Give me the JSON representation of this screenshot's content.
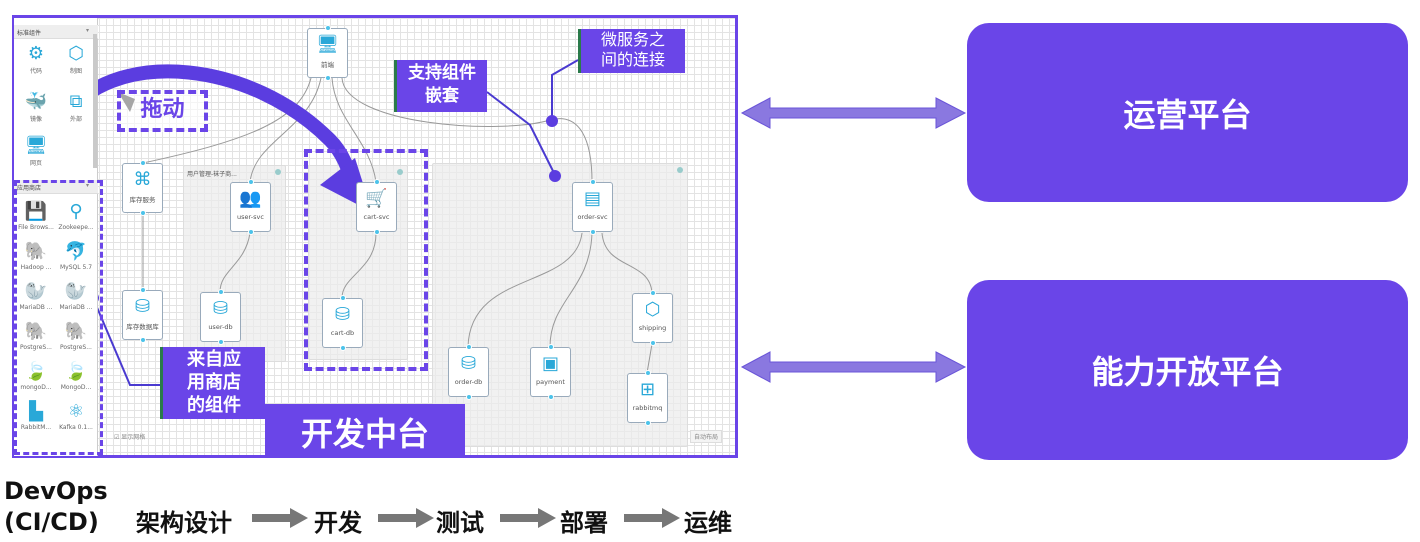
{
  "palette": {
    "standard_header": "标准组件",
    "standard_items": [
      {
        "label": "代码",
        "icon": "robot-arm-icon"
      },
      {
        "label": "制图",
        "icon": "box-icon"
      },
      {
        "label": "镜像",
        "icon": "docker-icon"
      },
      {
        "label": "外部",
        "icon": "external-icon"
      },
      {
        "label": "网页",
        "icon": "desktop-icon"
      }
    ],
    "store_header": "应用商店",
    "store_items": [
      {
        "label": "File Brows...",
        "icon": "save-icon"
      },
      {
        "label": "Zookeepe...",
        "icon": "zookeeper-icon"
      },
      {
        "label": "Hadoop ...",
        "icon": "hadoop-icon"
      },
      {
        "label": "MySQL 5.7",
        "icon": "mysql-icon"
      },
      {
        "label": "MariaDB ...",
        "icon": "mariadb-icon"
      },
      {
        "label": "MariaDB ...",
        "icon": "mariadb-icon"
      },
      {
        "label": "PostgreS...",
        "icon": "postgres-icon"
      },
      {
        "label": "PostgreS...",
        "icon": "postgres-icon"
      },
      {
        "label": "mongoD...",
        "icon": "mongodb-icon"
      },
      {
        "label": "MongoD...",
        "icon": "mongodb-icon"
      },
      {
        "label": "RabbitM...",
        "icon": "rabbitmq-icon"
      },
      {
        "label": "Kafka 0.1...",
        "icon": "kafka-icon"
      }
    ]
  },
  "canvas": {
    "nodes": {
      "frontend": "前端",
      "inventory_svc": "库存服务",
      "inventory_db": "库存数据库",
      "user_svc": "user-svc",
      "user_db": "user-db",
      "cart_svc": "cart-svc",
      "cart_db": "cart-db",
      "order_svc": "order-svc",
      "order_db": "order-db",
      "payment": "payment",
      "shipping": "shipping",
      "rabbitmq": "rabbitmq"
    },
    "group_user": "用户管理-袜子商...",
    "show_grid": "显示网格",
    "auto_layout": "自动布局"
  },
  "callouts": {
    "drag": "拖动",
    "nesting": "支持组件嵌套",
    "connections": "微服务之间的连接",
    "from_store": "来自应用商店的组件",
    "dev_platform": "开发中台"
  },
  "right": {
    "ops_platform": "运营平台",
    "open_platform": "能力开放平台"
  },
  "devops": {
    "title_line1": "DevOps",
    "title_line2": "(CI/CD)",
    "steps": [
      "架构设计",
      "开发",
      "测试",
      "部署",
      "运维"
    ]
  },
  "colors": {
    "accent": "#6a45e8",
    "icon": "#29a8d8"
  }
}
